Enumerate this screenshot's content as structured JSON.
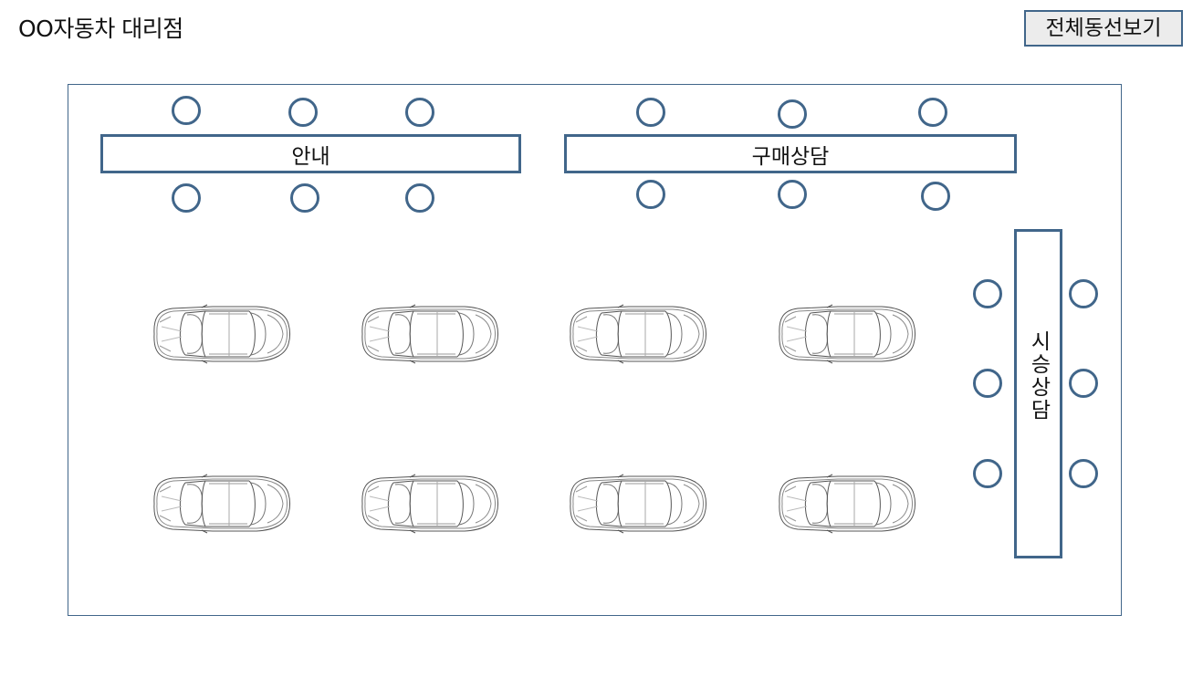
{
  "header": {
    "title": "OO자동차 대리점",
    "view_all_button": "전체동선보기"
  },
  "zones": {
    "guide": "안내",
    "purchase": "구매상담",
    "test_drive": "시승상담"
  },
  "colors": {
    "accent": "#41668a",
    "button_bg": "#ececec"
  },
  "icons": {
    "seat": "seat-circle-icon",
    "car": "car-top-view-icon"
  }
}
